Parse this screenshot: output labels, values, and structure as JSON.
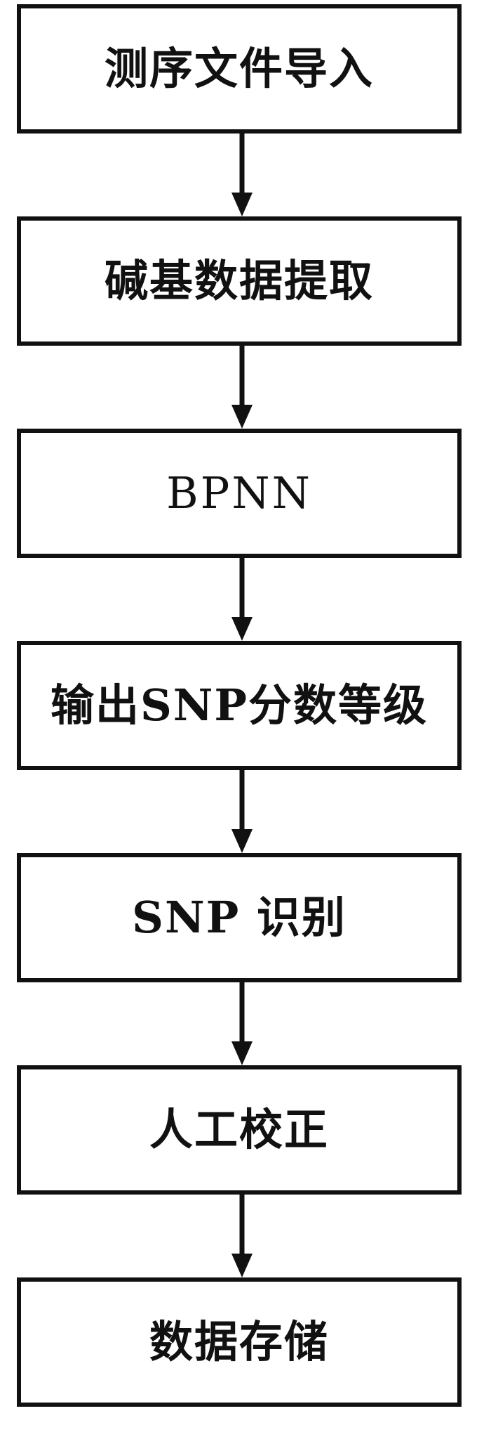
{
  "flowchart": {
    "steps": [
      {
        "label": "测序文件导入"
      },
      {
        "label": "碱基数据提取"
      },
      {
        "label": "BPNN"
      },
      {
        "label": "输出SNP分数等级"
      },
      {
        "label": "SNP 识别"
      },
      {
        "label": "人工校正"
      },
      {
        "label": "数据存储"
      }
    ]
  }
}
